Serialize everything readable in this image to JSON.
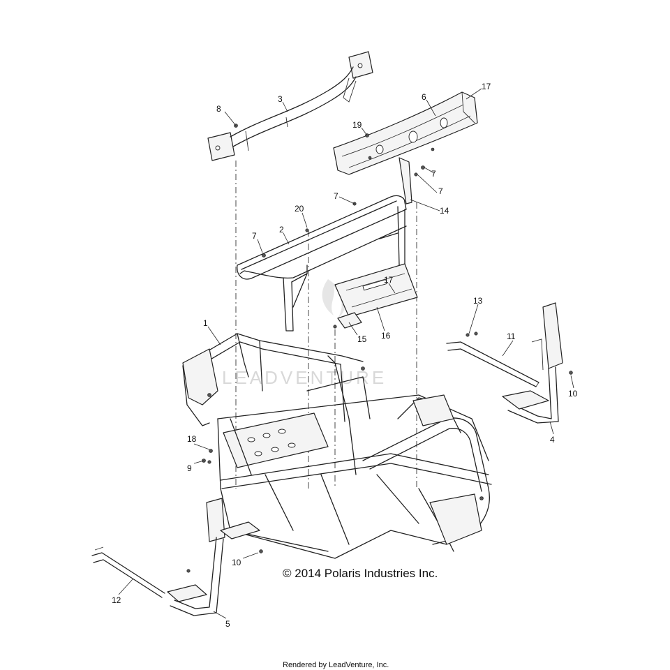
{
  "diagram": {
    "copyright": "© 2014 Polaris Industries Inc.",
    "footer": "Rendered by LeadVenture, Inc.",
    "watermark": "LEADVENTURE",
    "callouts": [
      {
        "id": "c8",
        "label": "8"
      },
      {
        "id": "c3",
        "label": "3"
      },
      {
        "id": "c6",
        "label": "6"
      },
      {
        "id": "c17a",
        "label": "17"
      },
      {
        "id": "c19",
        "label": "19"
      },
      {
        "id": "c7a",
        "label": "7"
      },
      {
        "id": "c7b",
        "label": "7"
      },
      {
        "id": "c7c",
        "label": "7"
      },
      {
        "id": "c14",
        "label": "14"
      },
      {
        "id": "c20",
        "label": "20"
      },
      {
        "id": "c2",
        "label": "2"
      },
      {
        "id": "c7d",
        "label": "7"
      },
      {
        "id": "c17b",
        "label": "17"
      },
      {
        "id": "c15",
        "label": "15"
      },
      {
        "id": "c16",
        "label": "16"
      },
      {
        "id": "c13",
        "label": "13"
      },
      {
        "id": "c11",
        "label": "11"
      },
      {
        "id": "c1",
        "label": "1"
      },
      {
        "id": "c10a",
        "label": "10"
      },
      {
        "id": "c4",
        "label": "4"
      },
      {
        "id": "c18",
        "label": "18"
      },
      {
        "id": "c9",
        "label": "9"
      },
      {
        "id": "c10b",
        "label": "10"
      },
      {
        "id": "c12",
        "label": "12"
      },
      {
        "id": "c5",
        "label": "5"
      }
    ]
  }
}
